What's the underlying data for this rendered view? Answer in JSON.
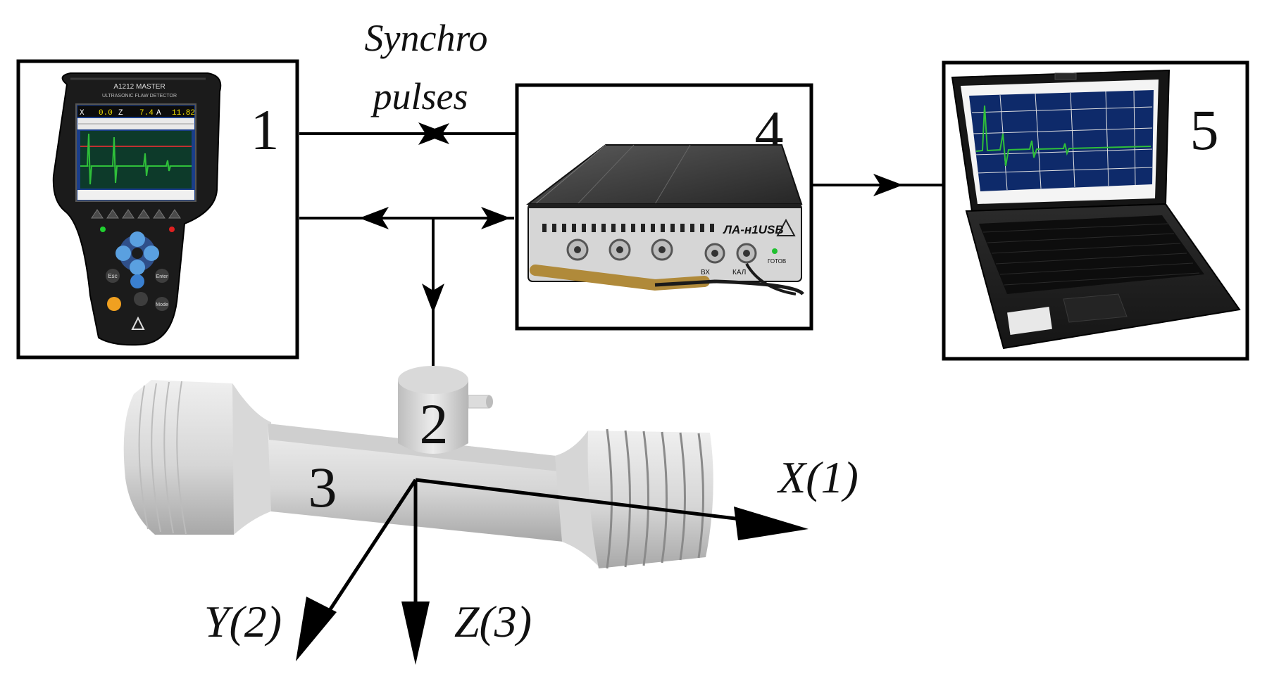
{
  "labels": {
    "synchro_line1": "Synchro",
    "synchro_line2": "pulses",
    "block1": "1",
    "block2": "2",
    "block3": "3",
    "block4": "4",
    "block5": "5",
    "axis_x": "X(1)",
    "axis_y": "Y(2)",
    "axis_z": "Z(3)"
  },
  "device_flaw_detector": {
    "brand": "A1212 MASTER",
    "subtitle": "ULTRASONIC FLAW DETECTOR",
    "readout_x_label": "X",
    "readout_x_value": "0.0",
    "readout_z_label": "Z",
    "readout_z_value": "7.4",
    "readout_a_label": "A",
    "readout_a_value": "11.82",
    "keys": [
      "Esc",
      "Enter",
      "Mode"
    ]
  },
  "device_adc": {
    "model": "ЛА-н1USB",
    "port_labels": [
      "ВХ",
      "КАЛ",
      "ГОТОВ"
    ]
  },
  "colors": {
    "frame": "#000000",
    "signal_green": "#2fbf3a",
    "screen_blue": "#1a3e8a",
    "rod_gray": "#d9d9d9",
    "rod_shadow": "#a9a9a9"
  }
}
